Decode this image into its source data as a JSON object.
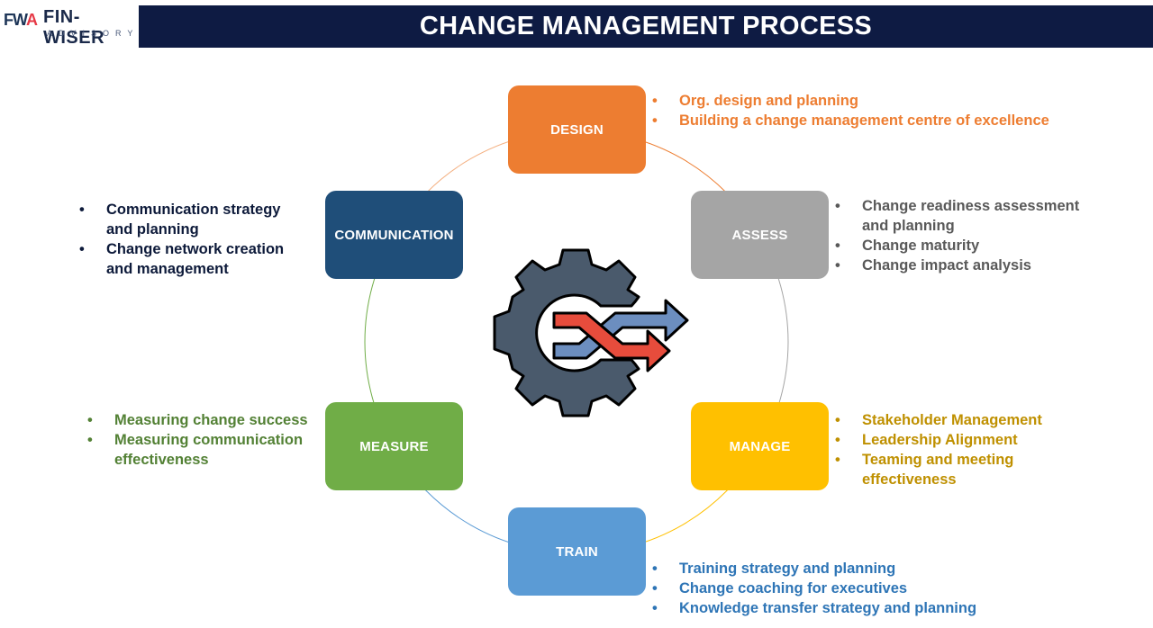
{
  "logo": {
    "mark_left": "FW",
    "mark_accent": "A",
    "name": "FIN-WISER",
    "sub": "ADVISORY"
  },
  "title": "CHANGE MANAGEMENT PROCESS",
  "center_icon": "gear-shuffle-arrows-icon",
  "steps": {
    "design": {
      "label": "DESIGN",
      "color": "#ed7d31",
      "bullets": [
        "Org. design and planning",
        "Building a change management centre of excellence"
      ]
    },
    "assess": {
      "label": "ASSESS",
      "color": "#a5a5a5",
      "text_color": "#595959",
      "bullets": [
        "Change readiness assessment and planning",
        "Change maturity",
        "Change impact analysis"
      ]
    },
    "manage": {
      "label": "MANAGE",
      "color": "#ffc000",
      "text_color": "#bf9000",
      "bullets": [
        "Stakeholder Management",
        "Leadership Alignment",
        "Teaming and meeting effectiveness"
      ]
    },
    "train": {
      "label": "TRAIN",
      "color": "#5b9bd5",
      "text_color": "#2e75b6",
      "bullets": [
        "Training strategy and planning",
        "Change coaching for executives",
        "Knowledge transfer strategy and planning"
      ]
    },
    "measure": {
      "label": "MEASURE",
      "color": "#70ad47",
      "text_color": "#538135",
      "bullets": [
        "Measuring change success",
        "Measuring communication effectiveness"
      ]
    },
    "communication": {
      "label": "COMMUNICATION",
      "color": "#1f4e79",
      "text_color": "#0d1a3a",
      "bullets": [
        "Communication strategy and planning",
        "Change network creation and management"
      ]
    }
  }
}
